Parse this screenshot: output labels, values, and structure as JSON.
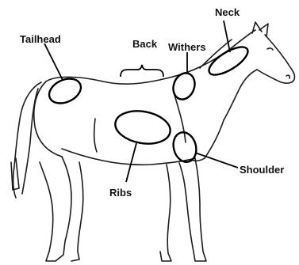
{
  "labels": {
    "tailhead": "Tailhead",
    "back": "Back",
    "withers": "Withers",
    "neck": "Neck",
    "ribs": "Ribs",
    "shoulder": "Shoulder"
  },
  "icons": {
    "horse": "horse-outline-icon"
  }
}
